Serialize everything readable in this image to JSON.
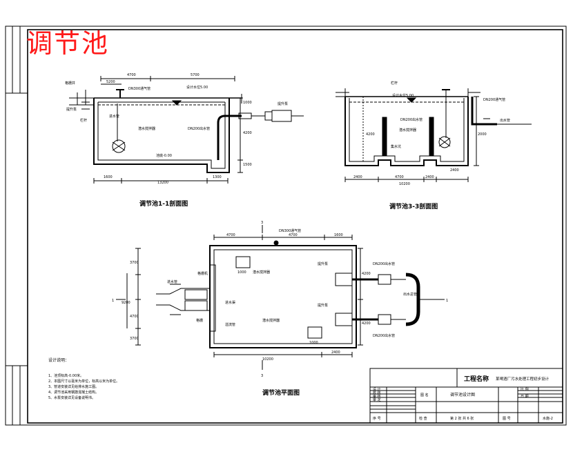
{
  "drawing_title": "调节池",
  "section_1": {
    "caption": "调节池1-1剖面图",
    "labels": {
      "grating": "格栅井",
      "pump": "提升泵",
      "fence": "栏杆",
      "inlet_pipe_vert": "进水管",
      "air_pipe": "DN300通气管",
      "water_level": "设计水位5.00",
      "stirrer": "潜水搅拌器",
      "outlet_pipe": "DN200出水管",
      "pump_room": "提升泵",
      "bottom_elev": "池底-0.00"
    },
    "dims": {
      "d1": "4700",
      "d2": "5700",
      "d3": "5200",
      "d4": "1600",
      "d5": "13200",
      "d6": "1300",
      "h1": "4200",
      "h2": "1500",
      "h3": "1000"
    }
  },
  "section_2": {
    "caption": "调节池3-3剖面图",
    "labels": {
      "fence": "栏杆",
      "water_level": "设计水位5.00",
      "air_pipe": "DN200通气管",
      "pump_pipe": "DN200出水管",
      "stirrer": "潜水搅拌器",
      "sump": "集水坑",
      "outlet": "出水管"
    },
    "dims": {
      "d1": "2400",
      "d2": "4700",
      "d3": "2400",
      "d4": "2400",
      "d5": "10200",
      "h1": "4200",
      "h2": "2000"
    }
  },
  "plan": {
    "caption": "调节池平面图",
    "labels": {
      "air_pipe": "DN300通气管",
      "inlet": "进水管",
      "grating": "格栅机",
      "screen": "格栅",
      "flow_channel": "进水渠",
      "stirrer_top": "潜水搅拌器",
      "stirrer_bottom": "潜水搅拌器",
      "pump_top": "提升泵",
      "pump_bottom": "提升泵",
      "outlet_top": "DN200出水管",
      "outlet_bottom": "DN200出水管",
      "outlet_main": "出水总管",
      "overflow": "溢流管",
      "sec_a": "1",
      "sec_b": "1",
      "sec_c": "3",
      "sec_d": "3"
    },
    "dims": {
      "top1": "4700",
      "top2": "4700",
      "top3": "1600",
      "bottom1": "10200",
      "bottom2": "2400",
      "left1": "3700",
      "left2": "9200",
      "left3": "4700",
      "left4": "3700",
      "right1": "4200",
      "right2": "4200",
      "small1": "1000",
      "small2": "1000"
    }
  },
  "notes": {
    "heading": "设计说明：",
    "items": [
      "1、池顶标高-0.00米。",
      "2、本图尺寸以毫米为单位，标高以米为单位。",
      "3、管道安装详见给排水施工图。",
      "4、调节池采用钢筋混凝土结构。",
      "5、水泵安装详见设备说明书。"
    ]
  },
  "title_block": {
    "project_label": "工程名称",
    "project_name": "某啤酒厂污水处理工程初步设计",
    "drawing_name": "调节池设计图",
    "col_name": "图 名",
    "rows": [
      "设 计",
      "校 核",
      "审 核",
      "审 定"
    ],
    "sheet_info": "第 2 张 共 6 张",
    "scale_label": "比 例",
    "date_label": "日 期",
    "page_label": "图 号",
    "drawing_no": "水施-2",
    "check_label": "检 查",
    "seq_label": "序 号"
  }
}
